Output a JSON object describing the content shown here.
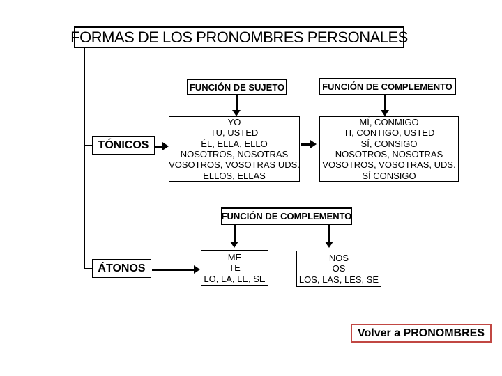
{
  "slide": {
    "title": "FORMAS DE LOS PRONOMBRES PERSONALES"
  },
  "tonicos_section": {
    "label": "TÓNICOS",
    "headers": {
      "sujeto": "FUNCIÓN DE SUJETO",
      "complemento": "FUNCIÓN DE COMPLEMENTO"
    },
    "sujeto_forms": [
      "YO",
      "TU, USTED",
      "ÉL, ELLA, ELLO",
      "NOSOTROS, NOSOTRAS",
      "VOSOTROS, VOSOTRAS UDS.",
      "ELLOS, ELLAS"
    ],
    "complemento_forms": [
      "MÍ, CONMIGO",
      "TI, CONTIGO, USTED",
      "SÍ, CONSIGO",
      "NOSOTROS, NOSOTRAS",
      "VOSOTROS, VOSOTRAS, UDS.",
      "SÍ CONSIGO"
    ]
  },
  "atonos_section": {
    "label": "ÁTONOS",
    "header": "FUNCIÓN DE COMPLEMENTO",
    "singular_forms": [
      "ME",
      "TE",
      "LO, LA, LE, SE"
    ],
    "plural_forms": [
      "NOS",
      "OS",
      "LOS, LAS, LES, SE"
    ]
  },
  "nav": {
    "back_link": "Volver a PRONOMBRES"
  },
  "colors": {
    "background": "#ffffff",
    "diagram_line": "#000000",
    "text": "#000000",
    "link_border": "#c14743"
  }
}
